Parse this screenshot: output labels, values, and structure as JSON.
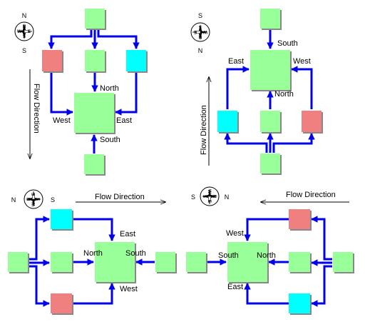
{
  "colors": {
    "green": "#99ff99",
    "red": "#f08080",
    "cyan": "#00ffff",
    "arrow": "#0000ee",
    "shadow": "#888888"
  },
  "panels": {
    "top_left": {
      "flow_label": "Flow Direction",
      "labels": {
        "north": "North",
        "west": "West",
        "east": "East",
        "south": "South"
      },
      "compass": {
        "n": "N",
        "s": "S",
        "e": "E",
        "w": "W"
      }
    },
    "top_right": {
      "flow_label": "Flow Direction",
      "labels": {
        "south": "South",
        "east": "East",
        "west": "West",
        "north": "North"
      },
      "compass": {
        "n": "N",
        "s": "S",
        "e": "E",
        "w": "W"
      }
    },
    "bottom_left": {
      "flow_label": "Flow Direction",
      "labels": {
        "east": "East",
        "north": "North",
        "south": "South",
        "west": "West"
      },
      "compass": {
        "n": "N",
        "s": "S",
        "e": "E",
        "w": "W"
      }
    },
    "bottom_right": {
      "flow_label": "Flow Direction",
      "labels": {
        "west": "West",
        "south": "South",
        "north": "North",
        "east": "East"
      },
      "compass": {
        "n": "N",
        "s": "S",
        "e": "E",
        "w": "W"
      }
    }
  }
}
